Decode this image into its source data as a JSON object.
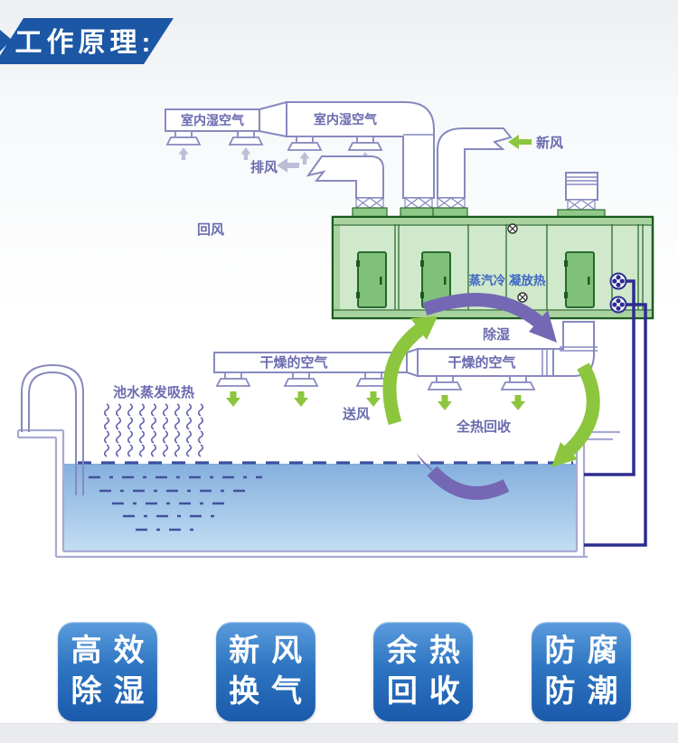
{
  "banner": {
    "title": "工作原理:"
  },
  "diagram": {
    "labels": {
      "indoor_humid_air_left": "室内湿空气",
      "indoor_humid_air_right": "室内湿空气",
      "exhaust_air": "排风",
      "fresh_air": "新风",
      "return_air": "回风",
      "steam_condensation": "蒸汽冷 凝放热",
      "dehumidify": "除湿",
      "dry_air_left": "干燥的空气",
      "dry_air_right": "干燥的空气",
      "supply_air": "送风",
      "total_heat_recovery": "全热回收",
      "pool_evaporation": "池水蒸发吸热"
    },
    "colors": {
      "banner_blue": "#1b57a5",
      "duct_outline": "#8789bf",
      "label_purple": "#6b6bb0",
      "steam_label_blue": "#4066c4",
      "machine_body_green": "#cfe9ca",
      "machine_border_green": "#1a5a1e",
      "door_green": "#7fc17b",
      "arrow_green": "#8cc63e",
      "arrow_purple": "#7468b4",
      "pipe_navy": "#2d2d8f",
      "water_top": "#84b0de",
      "water_bottom": "#c3ddf3",
      "badge_blue_top": "#5b9cdc",
      "badge_blue_bottom": "#1b5aab"
    }
  },
  "badges": [
    {
      "line1": "高效",
      "line2": "除湿"
    },
    {
      "line1": "新风",
      "line2": "换气"
    },
    {
      "line1": "余热",
      "line2": "回收"
    },
    {
      "line1": "防腐",
      "line2": "防潮"
    }
  ]
}
